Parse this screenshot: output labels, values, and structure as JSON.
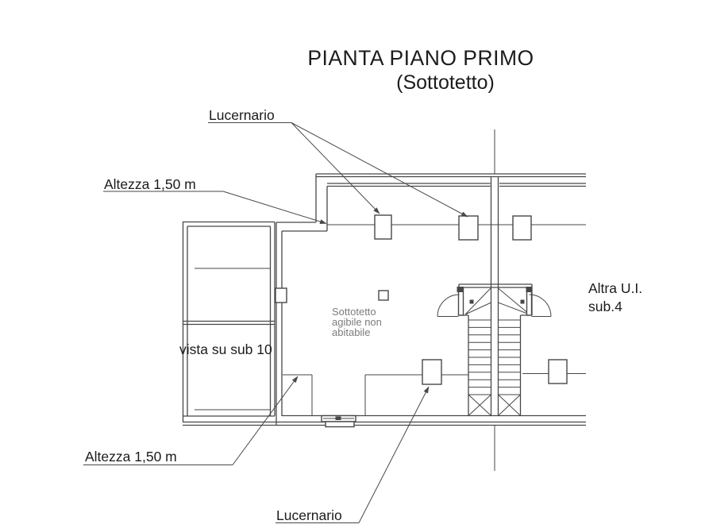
{
  "title": {
    "line1": "PIANTA PIANO PRIMO",
    "line2": "(Sottotetto)"
  },
  "annotations": {
    "skylight_label_top": "Lucernario",
    "skylight_label_bottom": "Lucernario",
    "height_label_top": "Altezza 1,50 m",
    "height_label_bottom": "Altezza 1,50 m",
    "view_label": "vista su sub 10",
    "room_note": {
      "line1": "Sottotetto",
      "line2": "agibile non",
      "line3": "abitabile"
    },
    "adjacent_unit": {
      "line1": "Altra U.I.",
      "line2": "sub.4"
    }
  },
  "colors": {
    "line": "#474747",
    "text": "#1c1c1c",
    "note_text": "#7c7c7c",
    "background": "#ffffff"
  }
}
